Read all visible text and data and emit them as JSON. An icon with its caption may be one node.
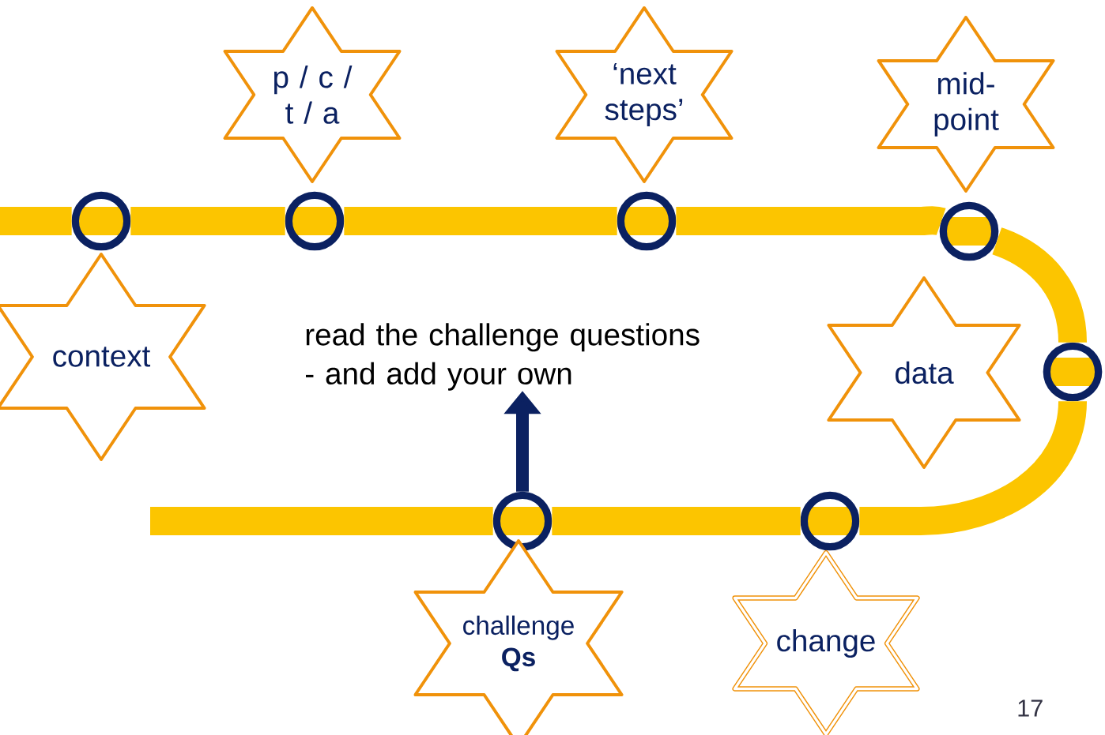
{
  "diagram": {
    "nodes": [
      {
        "text": [
          "p / c / t / a"
        ]
      },
      {
        "text": [
          "‘next steps’"
        ]
      },
      {
        "text": [
          "mid-point"
        ]
      },
      {
        "text": [],
        "shape": "circle"
      },
      {
        "text": [],
        "shape": "circle"
      },
      {
        "text": [],
        "shape": "circle"
      },
      {
        "text": [],
        "shape": "circle"
      },
      {
        "text": [
          "context"
        ]
      },
      {
        "text": [
          "read the challenge questions - and add your own"
        ]
      },
      {
        "text": [
          "data"
        ]
      },
      {
        "text": [],
        "shape": "circle"
      },
      {
        "text": [],
        "shape": "circle"
      },
      {
        "text": [],
        "shape": "circle"
      },
      {
        "text": [
          "challenge **Qs**"
        ]
      },
      {
        "text": [
          "change"
        ]
      }
    ],
    "edges": [
      {
        "from": null,
        "to": 3,
        "arrow": "none"
      },
      {
        "from": 3,
        "to": 4,
        "arrow": "none"
      },
      {
        "from": 4,
        "to": 5,
        "arrow": "none"
      },
      {
        "from": 5,
        "to": 6,
        "arrow": "none"
      },
      {
        "from": 6,
        "to": 10,
        "arrow": "none"
      },
      {
        "from": 10,
        "to": 12,
        "arrow": "none"
      },
      {
        "from": 12,
        "to": 11,
        "arrow": "none"
      },
      {
        "from": 11,
        "to": null,
        "arrow": "none"
      },
      {
        "from": 11,
        "to": 8,
        "arrow": "to",
        "color": "#0b2161"
      }
    ],
    "labels": [
      "17"
    ]
  }
}
